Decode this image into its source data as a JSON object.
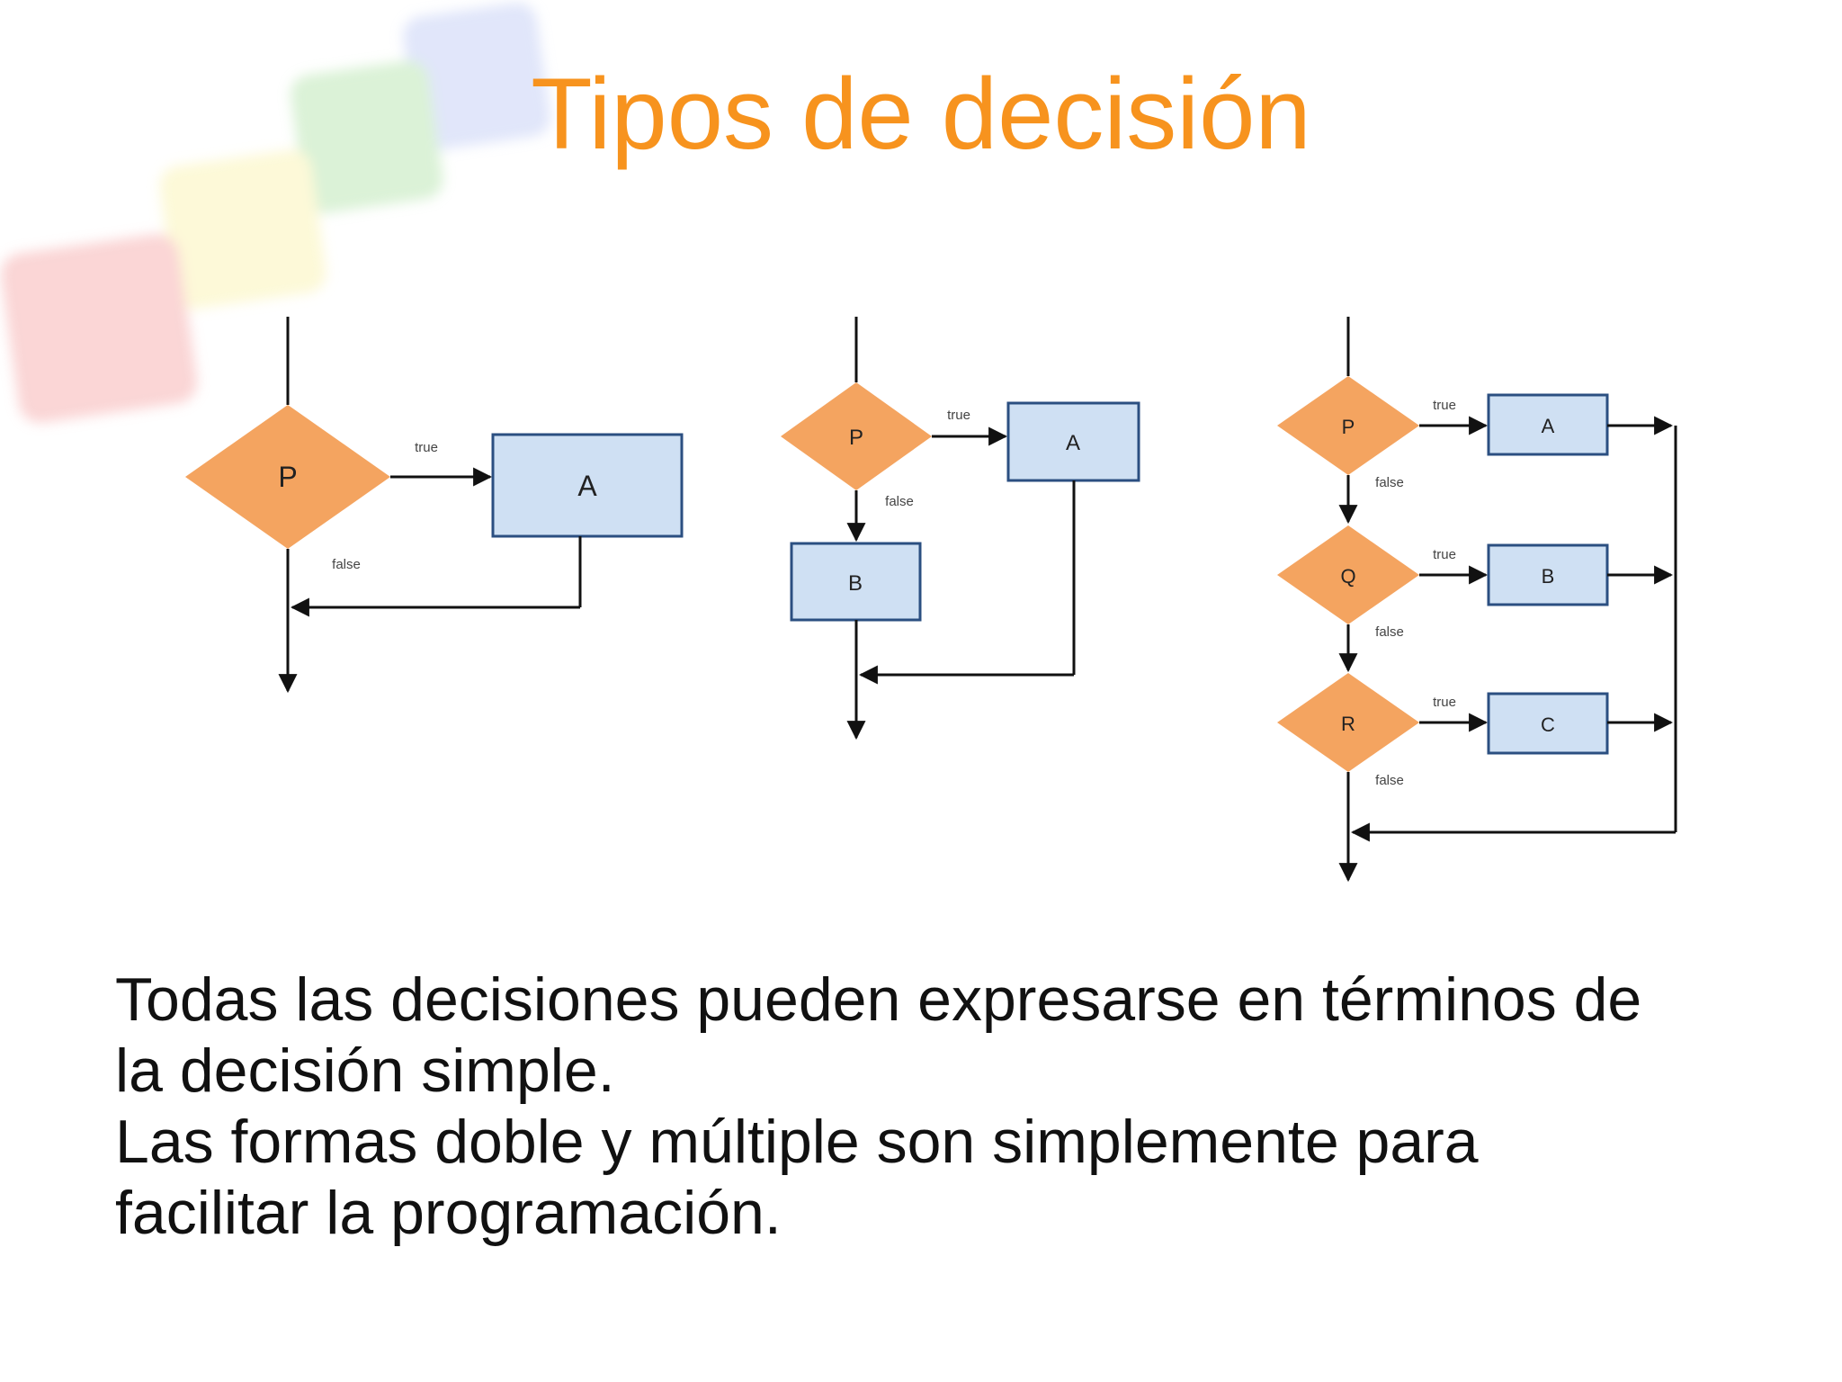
{
  "slide": {
    "title": "Tipos de decisión",
    "body": [
      "Todas las decisiones pueden expresarse en términos de",
      "la decisión simple.",
      "Las formas doble y múltiple son simplemente para",
      "facilitar la programación."
    ]
  },
  "colors": {
    "title": "#f7931e",
    "decision_fill": "#f4a460",
    "process_fill": "#cfe0f3",
    "process_border": "#2b4f81"
  },
  "diagrams": {
    "simple": {
      "decision": "P",
      "process": "A",
      "true_label": "true",
      "false_label": "false"
    },
    "double": {
      "decision": "P",
      "process_true": "A",
      "process_false": "B",
      "true_label": "true",
      "false_label": "false"
    },
    "multiple": {
      "decisions": [
        "P",
        "Q",
        "R"
      ],
      "processes": [
        "A",
        "B",
        "C"
      ],
      "true_label": "true",
      "false_label": "false"
    }
  }
}
